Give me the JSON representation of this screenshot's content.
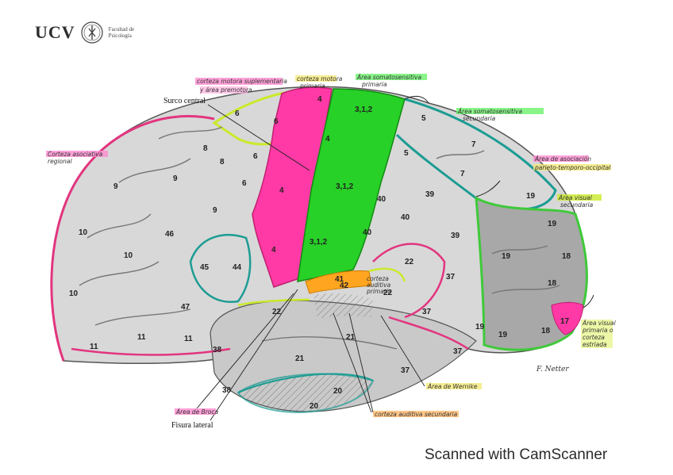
{
  "logo": {
    "text": "UCV",
    "subtitle_line1": "Facultad de",
    "subtitle_line2": "Psicología",
    "emblem_icon": "ucv-seal-icon"
  },
  "footer": {
    "scanner_text": "Scanned with CamScanner"
  },
  "signature_text": "F. Netter",
  "labels": {
    "surco_central": "Surco central",
    "fisura_lateral": "Fisura lateral"
  },
  "annotations": {
    "suplementaria_l1": "corteza motora suplementaria",
    "suplementaria_l2": "y área premotora",
    "motora_l1": "corteza motora",
    "motora_l2": "primaria",
    "somato_l1": "Área somatosensitiva",
    "somato_l2": "primaria",
    "somato2_l1": "Área somatosensitiva",
    "somato2_l2": "secundaria",
    "asoc_regional_l1": "Corteza asociativa",
    "asoc_regional_l2": "regional",
    "asociacion_l1": "Área de asociación",
    "asociacion_l2": "parieto-temporo-occipital",
    "visual2_l1": "Área visual",
    "visual2_l2": "secundaria",
    "visual1_l1": "Área visual",
    "visual1_l2": "primaria o",
    "visual1_l3": "corteza",
    "visual1_l4": "estriada",
    "auditiva1_l1": "corteza",
    "auditiva1_l2": "auditiva",
    "auditiva1_l3": "primaria",
    "wernicke": "Área de Wernike",
    "auditiva2": "corteza auditiva secundaria",
    "broca": "Área de Broca"
  },
  "areas": {
    "a1": "4",
    "a2": "4",
    "a3": "4",
    "a4": "4",
    "a5": "3,1,2",
    "a6": "3,1,2",
    "a7": "3,1,2",
    "a8": "6",
    "a9": "6",
    "a10": "6",
    "a11": "6",
    "a12": "8",
    "a13": "8",
    "a14": "9",
    "a15": "9",
    "a16": "9",
    "a17": "10",
    "a18": "10",
    "a19": "10",
    "a20": "46",
    "a21": "45",
    "a22": "44",
    "a23": "47",
    "a24": "11",
    "a25": "11",
    "a26": "11",
    "a27": "5",
    "a28": "5",
    "a29": "7",
    "a30": "7",
    "a31": "40",
    "a32": "40",
    "a33": "40",
    "a34": "39",
    "a35": "39",
    "a36": "22",
    "a37": "22",
    "a38": "22",
    "a39": "41",
    "a40": "42",
    "a41": "37",
    "a42": "37",
    "a43": "37",
    "a44": "37",
    "a45": "21",
    "a46": "21",
    "a47": "38",
    "a48": "38",
    "a49": "20",
    "a50": "20",
    "a51": "19",
    "a52": "19",
    "a53": "19",
    "a54": "19",
    "a55": "19",
    "a56": "18",
    "a57": "18",
    "a58": "18",
    "a59": "17"
  },
  "colors": {
    "motor": "#ff3aa6",
    "somato": "#27d127",
    "auditory": "#ffa51f",
    "border_teal": "#1c9c93",
    "border_lime": "#c9ea2a",
    "border_pink": "#e2357f",
    "border_green": "#3fc93a"
  }
}
